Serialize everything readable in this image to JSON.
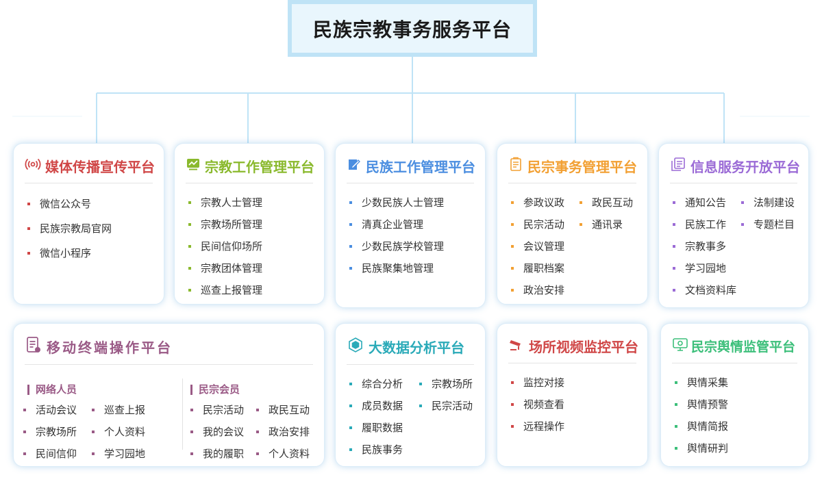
{
  "title": "民族宗教事务服务平台",
  "cards": [
    {
      "key": "media",
      "title": "媒体传播宣传平台",
      "color": "#d04747",
      "icon": "broadcast-icon",
      "columns": [
        [
          "微信公众号",
          "民族宗教局官网",
          "微信小程序"
        ]
      ]
    },
    {
      "key": "religion",
      "title": "宗教工作管理平台",
      "color": "#8ab92d",
      "icon": "chart-board-icon",
      "columns": [
        [
          "宗教人士管理",
          "宗教场所管理",
          "民间信仰场所",
          "宗教团体管理",
          "巡查上报管理"
        ]
      ]
    },
    {
      "key": "ethnic",
      "title": "民族工作管理平台",
      "color": "#4b8ee0",
      "icon": "edit-book-icon",
      "columns": [
        [
          "少数民族人士管理",
          "清真企业管理",
          "少数民族学校管理",
          "民族聚集地管理"
        ]
      ]
    },
    {
      "key": "affairs",
      "title": "民宗事务管理平台",
      "color": "#f2a033",
      "icon": "document-list-icon",
      "columns": [
        [
          "参政议政",
          "民宗活动",
          "会议管理",
          "履职档案",
          "政治安排"
        ],
        [
          "政民互动",
          "通讯录"
        ]
      ]
    },
    {
      "key": "info",
      "title": "信息服务开放平台",
      "color": "#9b6bd6",
      "icon": "info-panel-icon",
      "columns": [
        [
          "通知公告",
          "民族工作",
          "宗教事多",
          "学习园地",
          "文档资料库"
        ],
        [
          "法制建设",
          "专题栏目"
        ]
      ]
    },
    {
      "key": "bigdata",
      "title": "大数据分析平台",
      "color": "#2aaab8",
      "icon": "cube-network-icon",
      "columns": [
        [
          "综合分析",
          "成员数据",
          "履职数据",
          "民族事务"
        ],
        [
          "宗教场所",
          "民宗活动"
        ]
      ]
    },
    {
      "key": "video",
      "title": "场所视频监控平台",
      "color": "#d04747",
      "icon": "cctv-camera-icon",
      "columns": [
        [
          "监控对接",
          "视频查看",
          "远程操作"
        ]
      ]
    },
    {
      "key": "opinion",
      "title": "民宗舆情监管平台",
      "color": "#3cbf7a",
      "icon": "monitor-screen-icon",
      "columns": [
        [
          "舆情采集",
          "舆情预警",
          "舆情简报",
          "舆情研判"
        ]
      ]
    }
  ],
  "mobile": {
    "title": "移动终端操作平台",
    "color": "#9a5a86",
    "icon": "mobile-doc-icon",
    "groups": [
      {
        "title": "网络人员",
        "columns": [
          [
            "活动会议",
            "宗教场所",
            "民间信仰"
          ],
          [
            "巡查上报",
            "个人资料",
            "学习园地"
          ]
        ]
      },
      {
        "title": "民宗会员",
        "columns": [
          [
            "民宗活动",
            "我的会议",
            "我的履职"
          ],
          [
            "政民互动",
            "政治安排",
            "个人资料"
          ]
        ]
      }
    ]
  }
}
